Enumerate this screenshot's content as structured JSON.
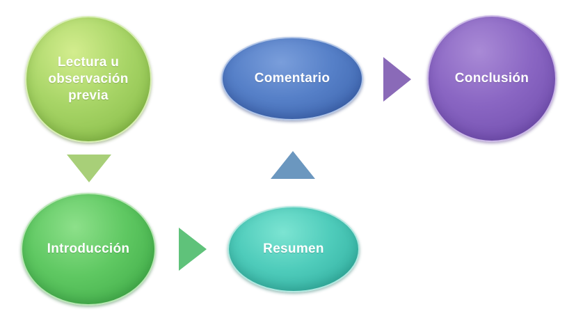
{
  "diagram": {
    "nodes": {
      "lectura": {
        "label": "Lectura u\nobservación\nprevia",
        "color": "#a8d567"
      },
      "introduccion": {
        "label": "Introducción",
        "color": "#5fc862"
      },
      "resumen": {
        "label": "Resumen",
        "color": "#4fccbb"
      },
      "comentario": {
        "label": "Comentario",
        "color": "#5680c8"
      },
      "conclusion": {
        "label": "Conclusión",
        "color": "#8a66c3"
      }
    },
    "arrows": {
      "lectura_to_introduccion": {
        "direction": "down",
        "color": "#a8cf78"
      },
      "introduccion_to_resumen": {
        "direction": "right",
        "color": "#5fc27a"
      },
      "resumen_to_comentario": {
        "direction": "up",
        "color": "#6b97bf"
      },
      "comentario_to_conclusion": {
        "direction": "right",
        "color": "#8a6ab8"
      }
    }
  }
}
